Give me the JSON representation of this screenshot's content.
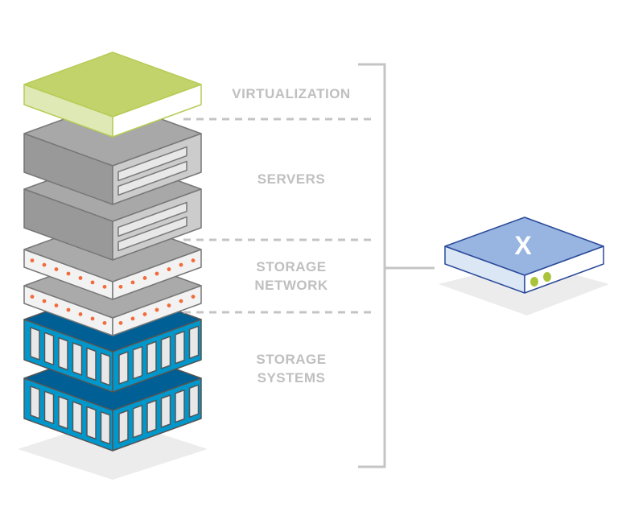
{
  "labels": {
    "virtualization": "VIRTUALIZATION",
    "servers": "SERVERS",
    "storage_network_1": "STORAGE",
    "storage_network_2": "NETWORK",
    "storage_systems_1": "STORAGE",
    "storage_systems_2": "SYSTEMS"
  },
  "appliance_logo": "X",
  "colors": {
    "virtualization": "#c3d36b",
    "server": "#a8a8a8",
    "network_dot": "#f26b3a",
    "storage": "#0098cc",
    "storage_top": "#005f94",
    "appliance": "#97b5e0",
    "label": "#bfbfbf"
  }
}
